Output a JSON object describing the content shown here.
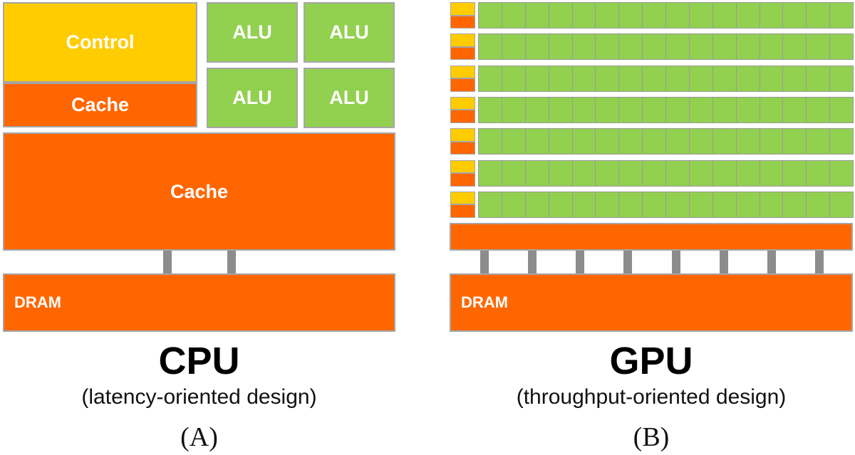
{
  "cpu": {
    "control_label": "Control",
    "cache_small_label": "Cache",
    "alu_labels": [
      "ALU",
      "ALU",
      "ALU",
      "ALU"
    ],
    "cache_large_label": "Cache",
    "dram_label": "DRAM",
    "title": "CPU",
    "subtitle": "(latency-oriented design)",
    "figure_label": "(A)"
  },
  "gpu": {
    "dram_label": "DRAM",
    "title": "GPU",
    "subtitle": "(throughput-oriented design)",
    "figure_label": "(B)",
    "rows": 7,
    "cells_per_row": 16
  },
  "colors": {
    "control": "#ffcc00",
    "cache": "#ff6600",
    "alu": "#92d050",
    "bus": "#8c8c8c",
    "border": "#a6a6a6"
  }
}
